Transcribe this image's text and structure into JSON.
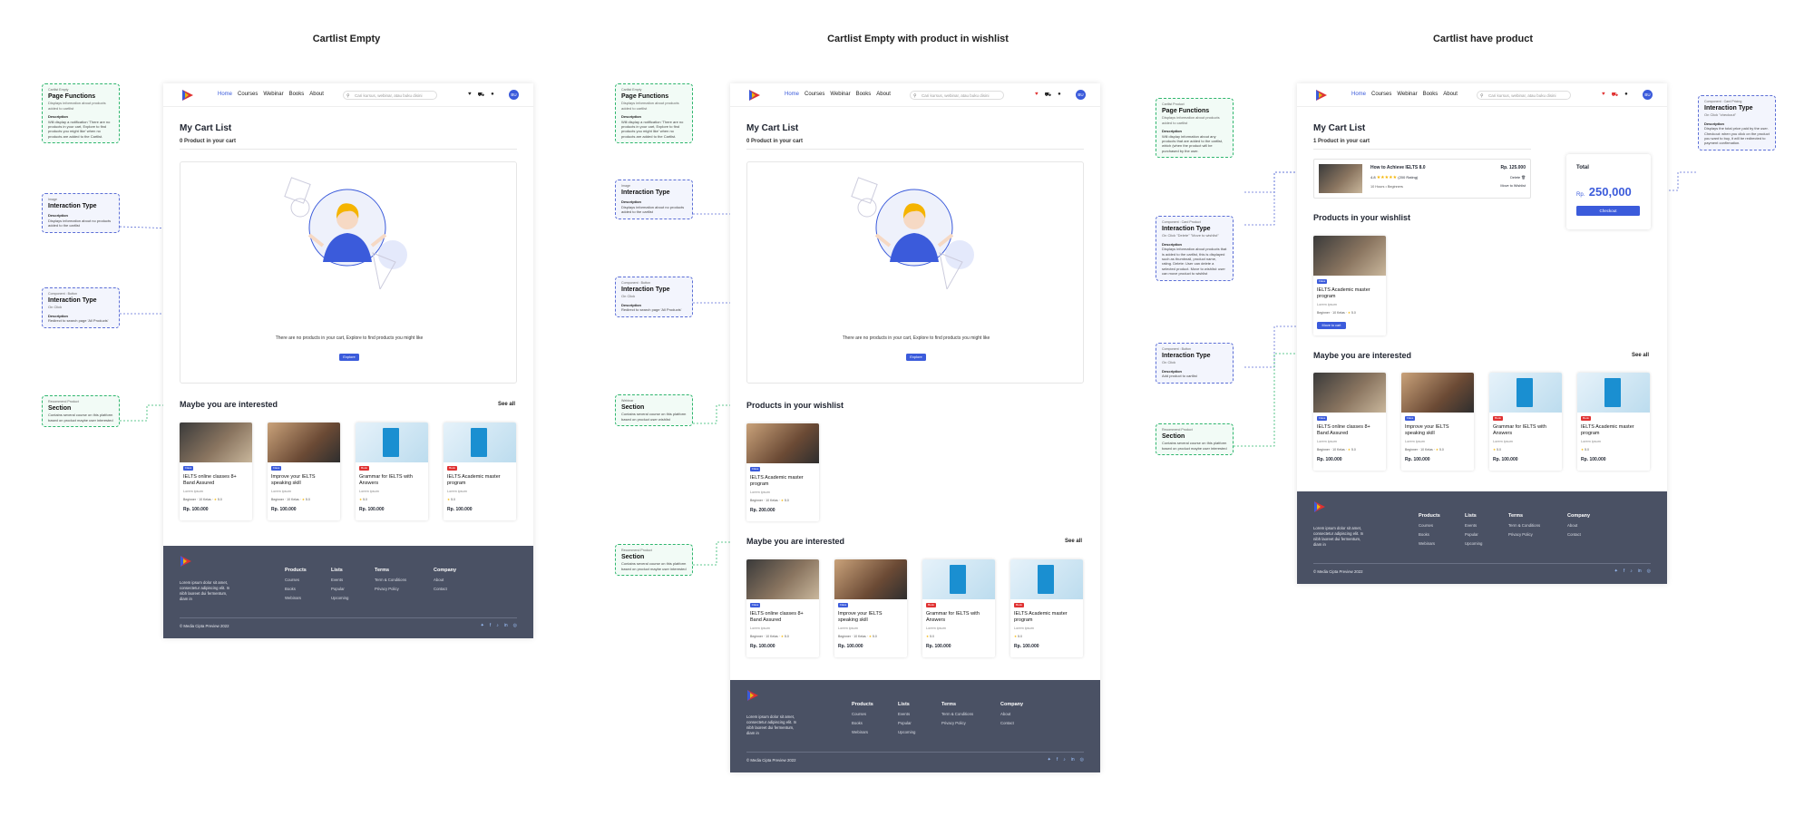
{
  "columns": [
    "Cartlist Empty",
    "Cartlist Empty with product in wishlist",
    "Cartlist have product"
  ],
  "nav": {
    "links": [
      "Home",
      "Courses",
      "Webinar",
      "Books",
      "About"
    ],
    "search_placeholder": "Cari kursus, webinar, atau buku disini",
    "avatar": "BU"
  },
  "cart": {
    "title": "My Cart List",
    "empty_count": "0 Product in your cart",
    "filled_count": "1 Product in your cart",
    "empty_text": "There are no products in your cart, Explore to find products you might like",
    "explore_label": "Explore"
  },
  "wishlist": {
    "title": "Products in your wishlist",
    "move_label": "Move to cart"
  },
  "interested": {
    "title": "Maybe you are interested",
    "see_all": "See all"
  },
  "courses": [
    {
      "title": "IELTS online classes 8+ Band Assured",
      "badge": "Class",
      "lorem": "Lorem ipsum",
      "level": "Beginner",
      "students": "10 Kelas",
      "rating": "5.0",
      "price": "Rp. 100.000"
    },
    {
      "title": "Improve your IELTS speaking skill",
      "badge": "Class",
      "lorem": "Lorem ipsum",
      "level": "Beginner",
      "students": "10 Kelas",
      "rating": "5.0",
      "price": "Rp. 100.000"
    },
    {
      "title": "Grammar for IELTS with Answers",
      "badge": "Book",
      "lorem": "Lorem ipsum",
      "level": "",
      "students": "",
      "rating": "5.0",
      "price": "Rp. 100.000"
    },
    {
      "title": "IELTS Academic master program",
      "badge": "Book",
      "lorem": "Lorem ipsum",
      "level": "",
      "students": "",
      "rating": "5.0",
      "price": "Rp. 100.000"
    }
  ],
  "wish_item": {
    "title": "IELTS Academic master program",
    "badge": "Class",
    "lorem": "Lorem ipsum",
    "level": "Beginner",
    "students": "10 Kelas",
    "rating": "5.0",
    "price": "Rp. 200.000"
  },
  "cart_item": {
    "title": "How to Achieve IELTS 8.0",
    "rating": "4.8",
    "reviews": "(200 Rating)",
    "meta": "10 Hours • Beginners",
    "price": "Rp. 125.000",
    "delete": "Delete",
    "move": "Move to Wishlist"
  },
  "total": {
    "label": "Total",
    "currency": "Rp.",
    "amount": "250,000",
    "checkout": "Checkout"
  },
  "footer": {
    "desc": "Lorem ipsum dolor sit amet, consectetur adipiscing elit. In nibh laoreet dui fermentum, diam in",
    "cols": [
      {
        "head": "Products",
        "items": [
          "Courses",
          "Books",
          "Webinars"
        ]
      },
      {
        "head": "Lists",
        "items": [
          "Events",
          "Popular",
          "Upcoming"
        ]
      },
      {
        "head": "Terms",
        "items": [
          "Term & Conditions",
          "Privacy Policy"
        ]
      },
      {
        "head": "Company",
        "items": [
          "About",
          "Contact"
        ]
      }
    ],
    "copyright": "© Media Cipta Preview 2022"
  },
  "notes": {
    "page_fn": {
      "kind": "Cartlist Empty",
      "title": "Page Functions",
      "sub": "Displays information about products added to cartlist",
      "dlabel": "Description",
      "desc": "Will display a notification 'There are no products in your cart, Explore to find products you might like' when no products are added to the Cartlist."
    },
    "page_fn3": {
      "kind": "Cartlist Product",
      "title": "Page Functions",
      "sub": "Displays information about products added to cartlist",
      "dlabel": "Description",
      "desc": "Will display information about any products that are added to the cartlist, which (when the product will be purchased by the user."
    },
    "image": {
      "kind": "Image",
      "title": "Interaction Type",
      "sub": "",
      "dlabel": "Description",
      "desc": "Displays information about no products added to the cartlist"
    },
    "button": {
      "kind": "Component : Button",
      "title": "Interaction Type",
      "sub": "On Click",
      "dlabel": "Description",
      "desc": "Redirect to search page 'All Products'"
    },
    "section": {
      "kind": "Recommend Product",
      "title": "Section",
      "sub": "",
      "dlabel": "",
      "desc": "Contains several course on this platform based on product maybe user interested"
    },
    "webinar": {
      "kind": "Webinar",
      "title": "Section",
      "sub": "",
      "dlabel": "",
      "desc": "Contains several course on this platform based on product user wishlist"
    },
    "card": {
      "kind": "Component : Card Product",
      "title": "Interaction Type",
      "sub": "On Click \"Delete\" \"Move to wishlist\"",
      "dlabel": "Description",
      "desc": "Displays information about products that is added to the cartlist, this is displayed such as thumbnail, product name, rating. Delete: User can delete a selected product. Move to wishlist: user can move product to wishlist"
    },
    "addcart": {
      "kind": "Component : Button",
      "title": "Interaction Type",
      "sub": "On Click",
      "dlabel": "Description",
      "desc": "Add product to cartlist"
    },
    "total": {
      "kind": "Component : Card Pricing",
      "title": "Interaction Type",
      "sub": "On Click \"checkout\"",
      "dlabel": "Description",
      "desc": "Displays the total price paid by the user. Checkout: when you click on the product you want to buy, it will be redirected to payment confirmation."
    }
  }
}
